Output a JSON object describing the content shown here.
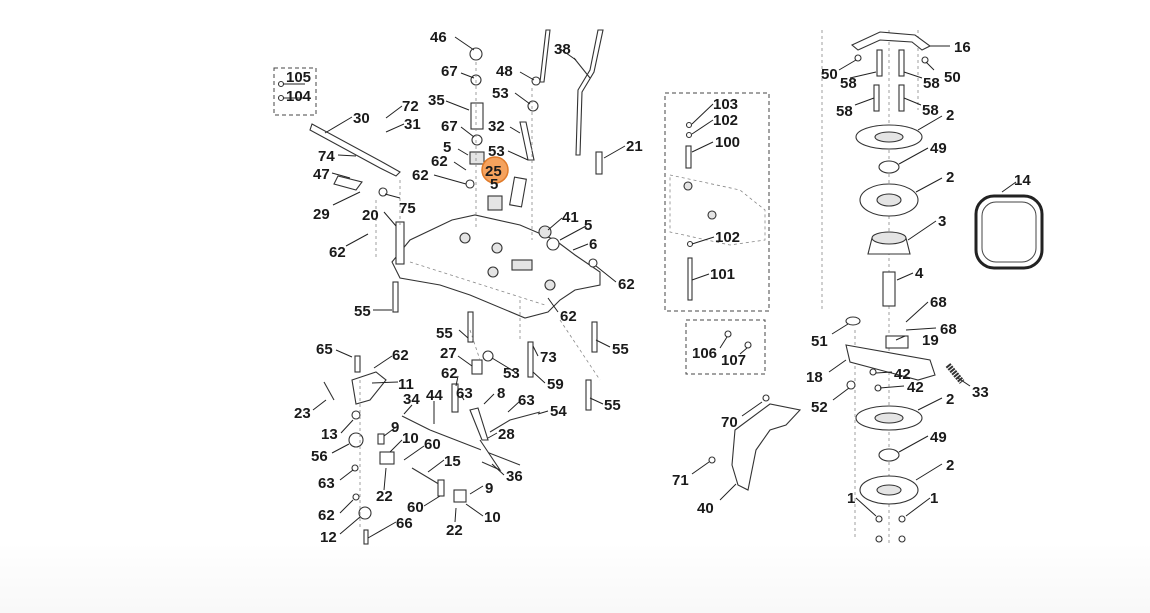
{
  "highlight": {
    "label": "25",
    "color": "#f5a25d"
  },
  "accent_colors": {
    "text": "#1a1a1a",
    "line": "#222222",
    "highlight_ring": "#e07b2a"
  },
  "labels": {
    "l105": "105",
    "l104": "104",
    "l30": "30",
    "l72": "72",
    "l31": "31",
    "l74": "74",
    "l47": "47",
    "l29": "29",
    "l75": "75",
    "l20": "20",
    "l62a": "62",
    "l55a": "55",
    "l46": "46",
    "l67a": "67",
    "l35": "35",
    "l67b": "67",
    "l5a": "5",
    "l62b": "62",
    "l62c": "62",
    "l48": "48",
    "l53a": "53",
    "l32": "32",
    "l53b": "53",
    "l5b": "5",
    "l38": "38",
    "l21": "21",
    "l41": "41",
    "l5c": "5",
    "l6": "6",
    "l62d": "62",
    "l62e": "62",
    "l55b": "55",
    "l55c": "55",
    "l65": "65",
    "l62f": "62",
    "l11": "11",
    "l23": "23",
    "l13": "13",
    "l56": "56",
    "l63a": "63",
    "l62g": "62",
    "l12": "12",
    "l66": "66",
    "l34": "34",
    "l44": "44",
    "l27": "27",
    "l62h": "62",
    "l63b": "63",
    "l53c": "53",
    "l73": "73",
    "l59": "59",
    "l8": "8",
    "l63c": "63",
    "l54": "54",
    "l55d": "55",
    "l28": "28",
    "l9a": "9",
    "l10a": "10",
    "l60a": "60",
    "l15": "15",
    "l36": "36",
    "l22a": "22",
    "l9b": "9",
    "l60b": "60",
    "l10b": "10",
    "l22b": "22",
    "l103": "103",
    "l102a": "102",
    "l100": "100",
    "l102b": "102",
    "l101": "101",
    "l106": "106",
    "l107": "107",
    "l16": "16",
    "l50a": "50",
    "l58a": "58",
    "l58b": "58",
    "l50b": "50",
    "l58c": "58",
    "l58d": "58",
    "l2a": "2",
    "l49a": "49",
    "l2b": "2",
    "l3": "3",
    "l4": "4",
    "l14": "14",
    "l68a": "68",
    "l68b": "68",
    "l51": "51",
    "l19": "19",
    "l18": "18",
    "l42a": "42",
    "l42b": "42",
    "l33": "33",
    "l52": "52",
    "l70": "70",
    "l2c": "2",
    "l49b": "49",
    "l2d": "2",
    "l71": "71",
    "l40": "40",
    "l1a": "1",
    "l1b": "1"
  }
}
